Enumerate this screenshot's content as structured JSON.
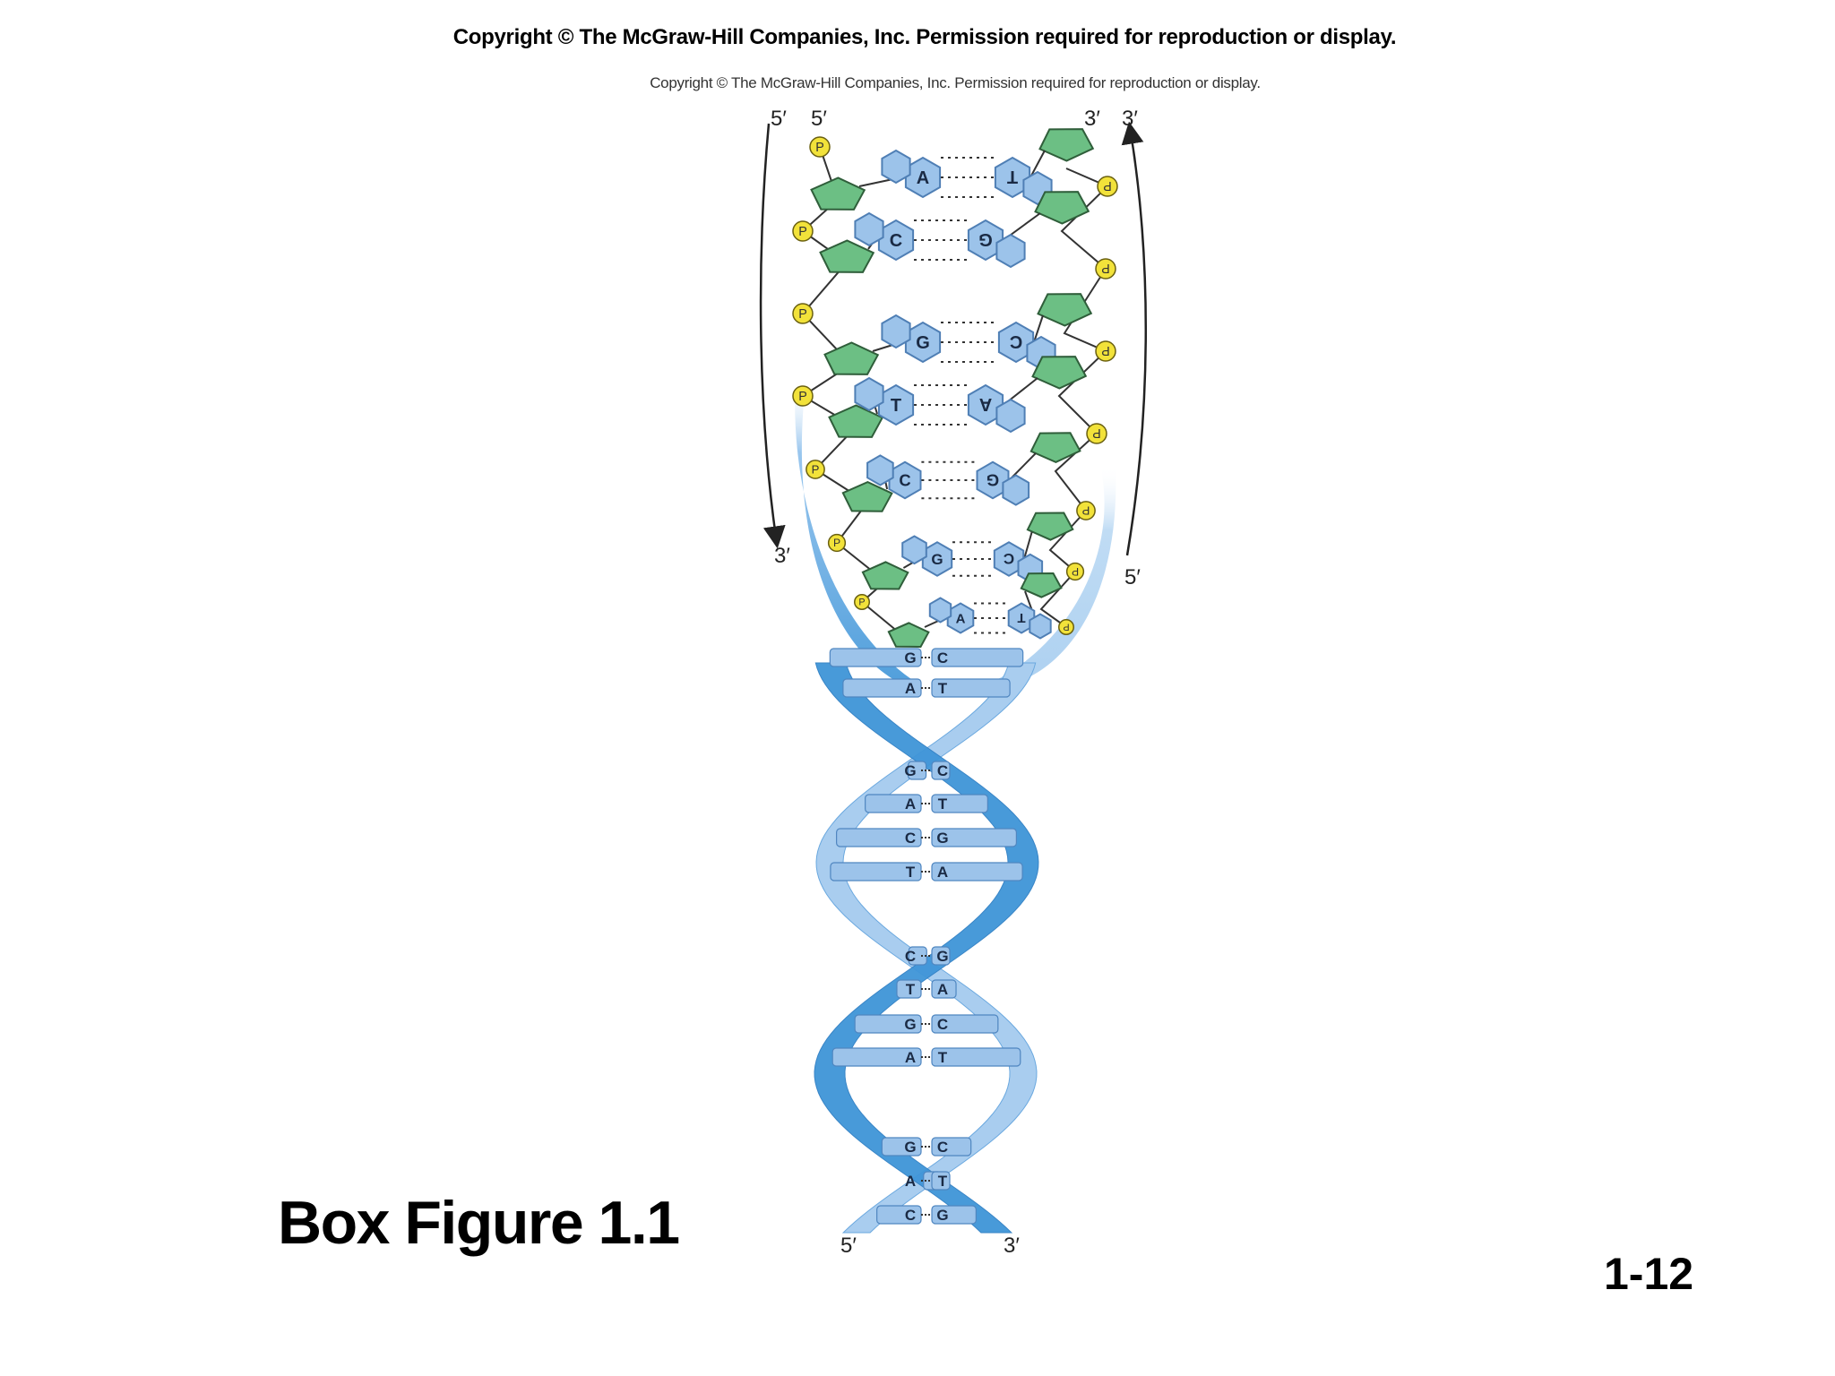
{
  "header": {
    "copyright": "Copyright  © The McGraw-Hill Companies, Inc.  Permission required for reproduction or display.",
    "copyright_small": "Copyright © The McGraw-Hill Companies, Inc. Permission required for reproduction or display."
  },
  "figure": {
    "label": "Box Figure 1.1",
    "slide_number": "1-12",
    "phosphate_label": "P",
    "strand_ends": {
      "top_left_outer": "5′",
      "top_left_inner": "5′",
      "top_right_inner": "3′",
      "top_right_outer": "3′",
      "left_arrow_end": "3′",
      "right_arrow_start": "5′",
      "bottom_left": "5′",
      "bottom_right": "3′"
    },
    "ladder_pairs": [
      [
        "A",
        "T"
      ],
      [
        "C",
        "G"
      ],
      [
        "G",
        "C"
      ],
      [
        "T",
        "A"
      ],
      [
        "C",
        "G"
      ],
      [
        "G",
        "C"
      ],
      [
        "A",
        "T"
      ]
    ],
    "helix_pairs": [
      [
        "G",
        "C"
      ],
      [
        "A",
        "T"
      ],
      [
        "G",
        "C"
      ],
      [
        "A",
        "T"
      ],
      [
        "C",
        "G"
      ],
      [
        "T",
        "A"
      ],
      [
        "C",
        "G"
      ],
      [
        "T",
        "A"
      ],
      [
        "G",
        "C"
      ],
      [
        "A",
        "T"
      ],
      [
        "G",
        "C"
      ],
      [
        "A",
        "T"
      ],
      [
        "C",
        "G"
      ]
    ]
  },
  "colors": {
    "backbone_light": "#a9cdef",
    "backbone_dark": "#3f95d8",
    "base": "#9cc3ea",
    "sugar": "#6cbf84",
    "phosphate": "#f2e23a"
  }
}
